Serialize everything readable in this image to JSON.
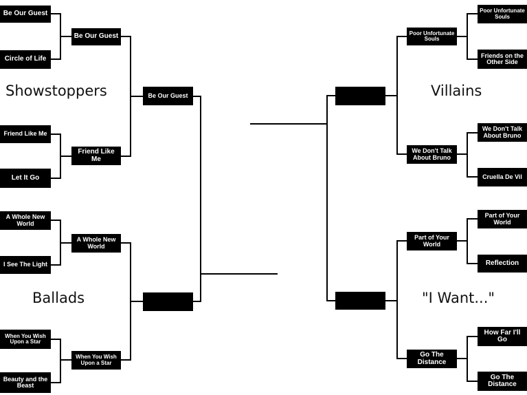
{
  "regions": {
    "showstoppers": "Showstoppers",
    "ballads": "Ballads",
    "villains": "Villains",
    "i_want": "\"I Want...\""
  },
  "left": {
    "round1": [
      "Be Our Guest",
      "Circle of Life",
      "Friend Like Me",
      "Let It Go",
      "A Whole New World",
      "I See The Light",
      "When You Wish Upon a Star",
      "Beauty and the Beast"
    ],
    "round2": [
      "Be Our Guest",
      "Friend Like Me",
      "A Whole New World",
      "When You Wish Upon a Star"
    ],
    "round3": [
      "Be Our Guest",
      ""
    ]
  },
  "right": {
    "round1": [
      "Poor Unfortunate Souls",
      "Friends on the Other Side",
      "We Don't Talk About Bruno",
      "Cruella De Vil",
      "Part of Your World",
      "Reflection",
      "How Far I'll Go",
      "Go The Distance"
    ],
    "round2": [
      "Poor Unfortunate Souls",
      "We Don't Talk About Bruno",
      "Part of Your World",
      "Go The Distance"
    ],
    "round3": [
      "",
      ""
    ]
  },
  "colors": {
    "box": "#000000",
    "text": "#ffffff",
    "line": "#000000",
    "background": "#ffffff"
  }
}
